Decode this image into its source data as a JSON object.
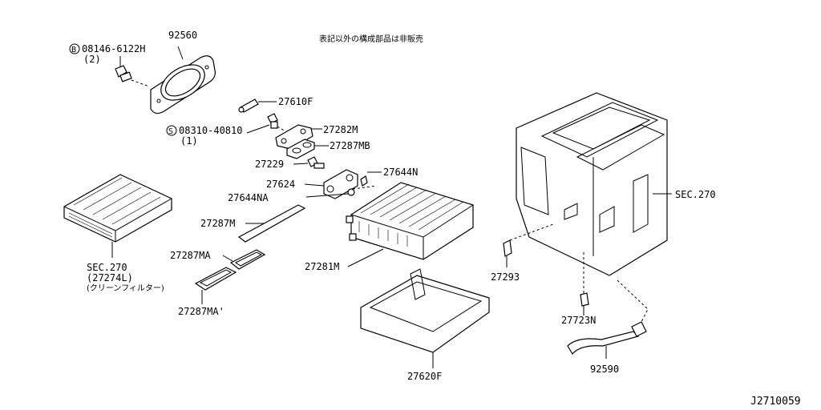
{
  "note": "表記以外の構成部品は非販売",
  "diagram_code": "J2710059",
  "parts": {
    "p92560": "92560",
    "bolt_prefix": "B",
    "bolt": "08146-6122H",
    "bolt_qty": "(2)",
    "p27610F": "27610F",
    "screw_prefix": "S",
    "screw": "08310-40810",
    "screw_qty": "(1)",
    "p27282M": "27282M",
    "p27287MB": "27287MB",
    "p27229": "27229",
    "p27644N": "27644N",
    "p27624": "27624",
    "p27644NA": "27644NA",
    "p27287M": "27287M",
    "p27287MA": "27287MA",
    "p27287MA2": "27287MA'",
    "p27281M": "27281M",
    "p27620F": "27620F",
    "p27293": "27293",
    "p27723N": "27723N",
    "p92590": "92590",
    "sec270_right": "SEC.270",
    "sec270_left": "SEC.270",
    "filter_part": "(27274L)",
    "filter_name": "(クリーンフィルター)"
  }
}
